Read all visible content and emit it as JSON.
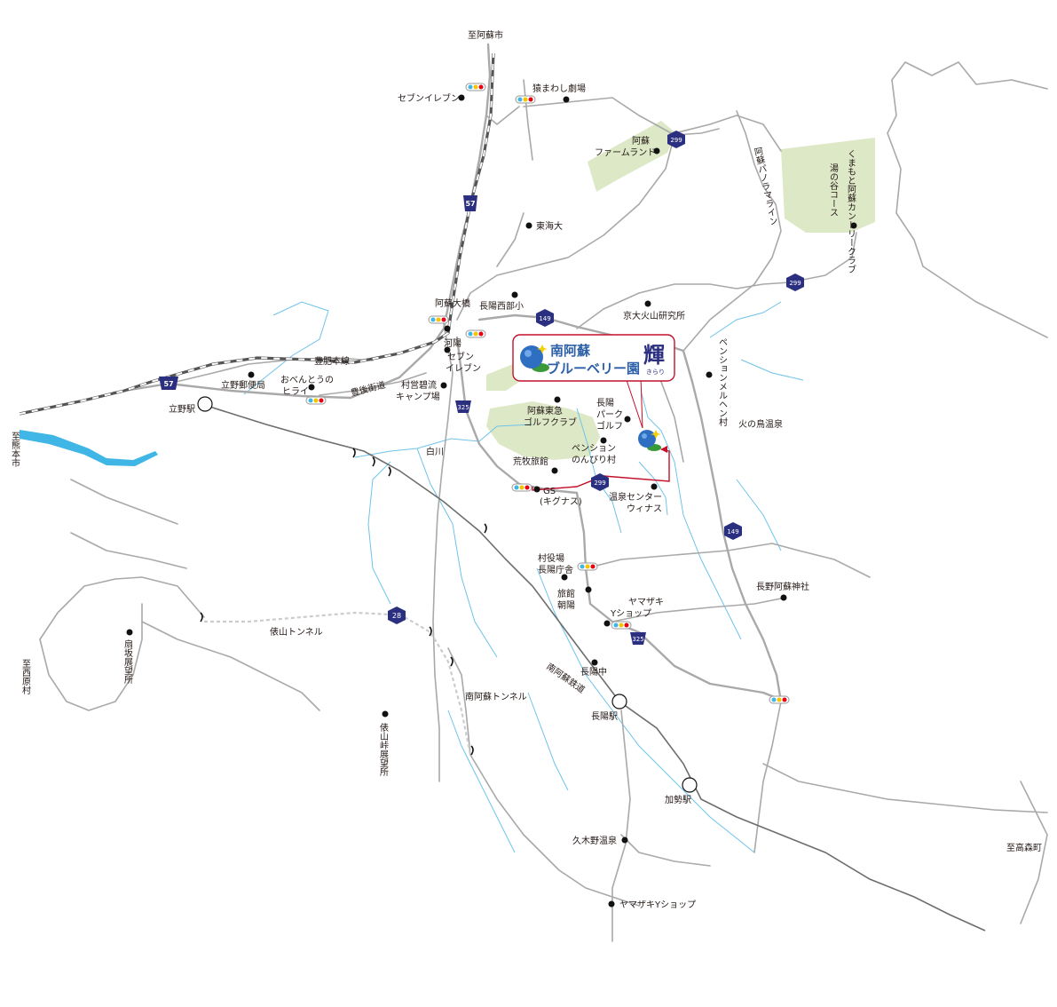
{
  "colors": {
    "road": "#a9a9a9",
    "river": "#6ec3ea",
    "golf_green": "#dde8c7",
    "route_shield": "#2b2f7f",
    "accent_route": "#c3102b",
    "lake": "#3fb6e6"
  },
  "banner": {
    "line1": "南阿蘇",
    "line2": "ブルーベリー園",
    "kanji": "輝",
    "reading": "きらり"
  },
  "directions": {
    "north": "至阿蘇市",
    "west_top": "至熊本市",
    "west_bottom": "至西原村",
    "east": "至高森町"
  },
  "routes": {
    "r57": "57",
    "r299": "299",
    "r149": "149",
    "r325": "325",
    "r28": "28"
  },
  "poi": {
    "seven_north": "セブンイレブン",
    "sarumawashi": "猿まわし劇場",
    "farmland_1": "阿蘇",
    "farmland_2": "ファームランド",
    "tokai": "東海大",
    "panorama_line": "阿蘇パノラマライン",
    "kumamoto_cc": "くまもと阿蘇カントリークラブ",
    "yunotani": "湯の谷コース",
    "aso_ohashi": "阿蘇大橋",
    "choyo_nishi": "長陽西部小",
    "kyodai": "京大火山研究所",
    "kawayo": "河陽",
    "seven_mid_1": "セブン",
    "seven_mid_2": "イレブン",
    "hohi_line": "豊肥本線",
    "bungo_kaido": "豊後街道",
    "obento": "おべんとうの",
    "hirai": "ヒライ",
    "tateno_post": "立野郵便局",
    "son_ei": "村営碧流",
    "camp": "キャンプ場",
    "tateno_st": "立野駅",
    "shirakawa": "白川",
    "tokyu_golf_1": "阿蘇東急",
    "tokyu_golf_2": "ゴルフクラブ",
    "choyo_park_1": "長陽",
    "choyo_park_2": "パーク",
    "choyo_park_3": "ゴルフ",
    "pension_nonbiri_1": "ペンション",
    "pension_nonbiri_2": "のんびり村",
    "pension_meruhen": "ペンションメルヘン村",
    "hinotori": "火の鳥温泉",
    "aramaki": "荒牧旅館",
    "gs_1": "GS",
    "gs_2": "(キグナス)",
    "onsen_center_1": "温泉センター",
    "onsen_center_2": "ウィナス",
    "yakuba_1": "村役場",
    "yakuba_2": "長陽庁舎",
    "ryokan_1": "旅館",
    "ryokan_2": "朝陽",
    "yamazaki_mid_1": "ヤマザキ",
    "yamazaki_mid_2": "Yショップ",
    "nagano_shrine": "長野阿蘇神社",
    "tawarayama_tunnel": "俵山トンネル",
    "minamiaso_tunnel": "南阿蘇トンネル",
    "minamiaso_rail": "南阿蘇鉄道",
    "choyo_jh": "長陽中",
    "choyo_st": "長陽駅",
    "ogiri": "扇坂展望所",
    "tawarayama_pass": "俵山峠展望所",
    "kase_st": "加勢駅",
    "kukino": "久木野温泉",
    "yamazaki_south": "ヤマザキYショップ"
  }
}
